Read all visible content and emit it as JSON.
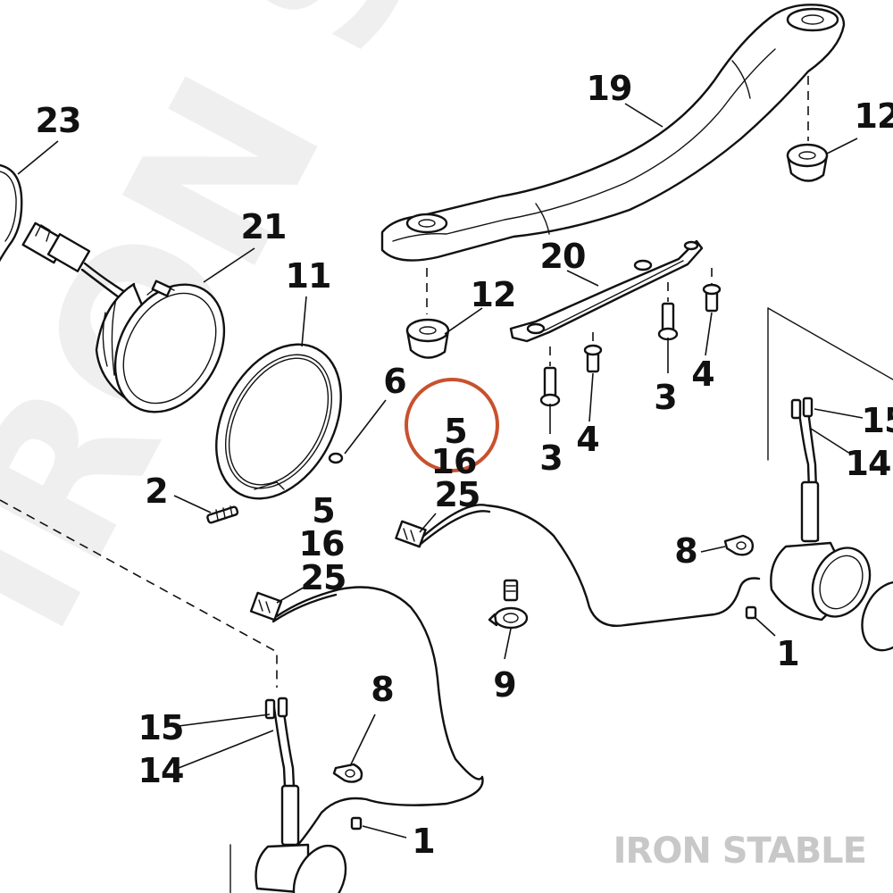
{
  "labels": {
    "l1a": "1",
    "l1b": "1",
    "l2": "2",
    "l3a": "3",
    "l3b": "3",
    "l4a": "4",
    "l4b": "4",
    "l5a": "5",
    "l5b": "5",
    "l6": "6",
    "l8a": "8",
    "l8b": "8",
    "l9": "9",
    "l11": "11",
    "l12a": "12",
    "l12b": "12",
    "l14a": "14",
    "l14b": "14",
    "l15a": "15",
    "l15b": "15",
    "l16a": "16",
    "l16b": "16",
    "l19": "19",
    "l20": "20",
    "l21": "21",
    "l23": "23",
    "l25a": "25",
    "l25b": "25"
  },
  "watermark": "IRON STABLE",
  "brand": "IRON STABLE",
  "highlight": {
    "color": "#c8512e",
    "callout": "5"
  }
}
